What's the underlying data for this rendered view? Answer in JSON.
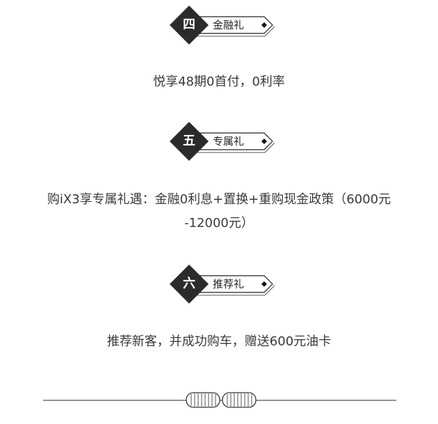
{
  "sections": [
    {
      "badge_number": "四",
      "badge_label": "金融礼",
      "text_line1": "悦享48期0首付，0利率",
      "text_line2": ""
    },
    {
      "badge_number": "五",
      "badge_label": "专属礼",
      "text_line1": "购iX3享专属礼遇：金融0利息+置换+重购现金政策（6000元",
      "text_line2": "-12000元）"
    },
    {
      "badge_number": "六",
      "badge_label": "推荐礼",
      "text_line1": "推荐新客，并成功购车，赠送600元油卡",
      "text_line2": ""
    }
  ],
  "icons": {
    "divider_ornament": "kidney-grille-icon"
  },
  "colors": {
    "badge_dark": "#2b2b2b",
    "text": "#3a3a3a"
  }
}
